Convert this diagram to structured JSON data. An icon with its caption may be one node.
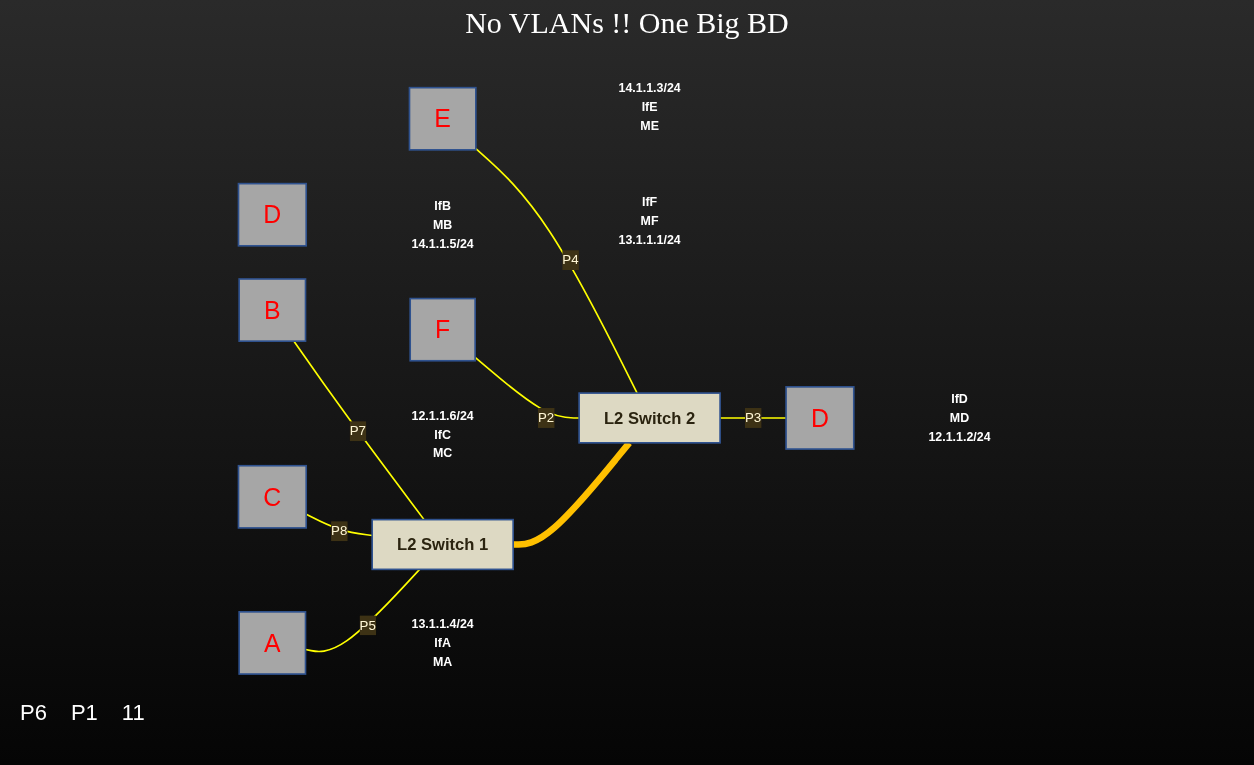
{
  "diagram": {
    "title": "No VLANs !! One Big BD",
    "nodes": [
      {
        "text": [
          "D"
        ]
      },
      {
        "text": [
          "A"
        ],
        "beside": [
          "13.1.1.4/24",
          "IfA",
          "MA"
        ]
      },
      {
        "text": [
          "E"
        ],
        "beside": [
          "14.1.1.3/24",
          "IfE",
          "ME"
        ]
      },
      {
        "text": [
          "C"
        ],
        "beside": [
          "12.1.1.6/24",
          "IfC",
          "MC"
        ]
      },
      {
        "text": [
          "L2 Switch 1"
        ]
      },
      {
        "text": [
          "L2 Switch 2"
        ]
      },
      {
        "text": [
          "D"
        ],
        "beside": [
          "IfD",
          "MD",
          "12.1.1.2/24"
        ]
      },
      {
        "text": [
          "B"
        ],
        "beside": [
          "IfB",
          "MB",
          "14.1.1.5/24"
        ]
      },
      {
        "text": [
          "F"
        ],
        "beside": [
          "IfF",
          "MF",
          "13.1.1.1/24"
        ]
      }
    ],
    "edges": [
      {
        "from": 1,
        "to": 4,
        "arrow": "none",
        "label": "P5",
        "color": "#ffff00"
      },
      {
        "from": 3,
        "to": 4,
        "arrow": "none",
        "label": "P8",
        "color": "#ffff00"
      },
      {
        "from": 7,
        "to": 4,
        "arrow": "none",
        "label": "P7",
        "color": "#ffff00"
      },
      {
        "from": 4,
        "to": 5,
        "arrow": "none",
        "style": "thick",
        "color": "#ffc000"
      },
      {
        "from": 2,
        "to": 5,
        "arrow": "none",
        "label": "P4",
        "color": "#ffff00"
      },
      {
        "from": 5,
        "to": 6,
        "arrow": "none",
        "label": "P3",
        "color": "#ffff00"
      },
      {
        "from": 8,
        "to": 5,
        "arrow": "none",
        "label": "P2",
        "color": "#ffff00"
      }
    ],
    "labels": [
      "P6",
      "P1",
      "11"
    ]
  }
}
